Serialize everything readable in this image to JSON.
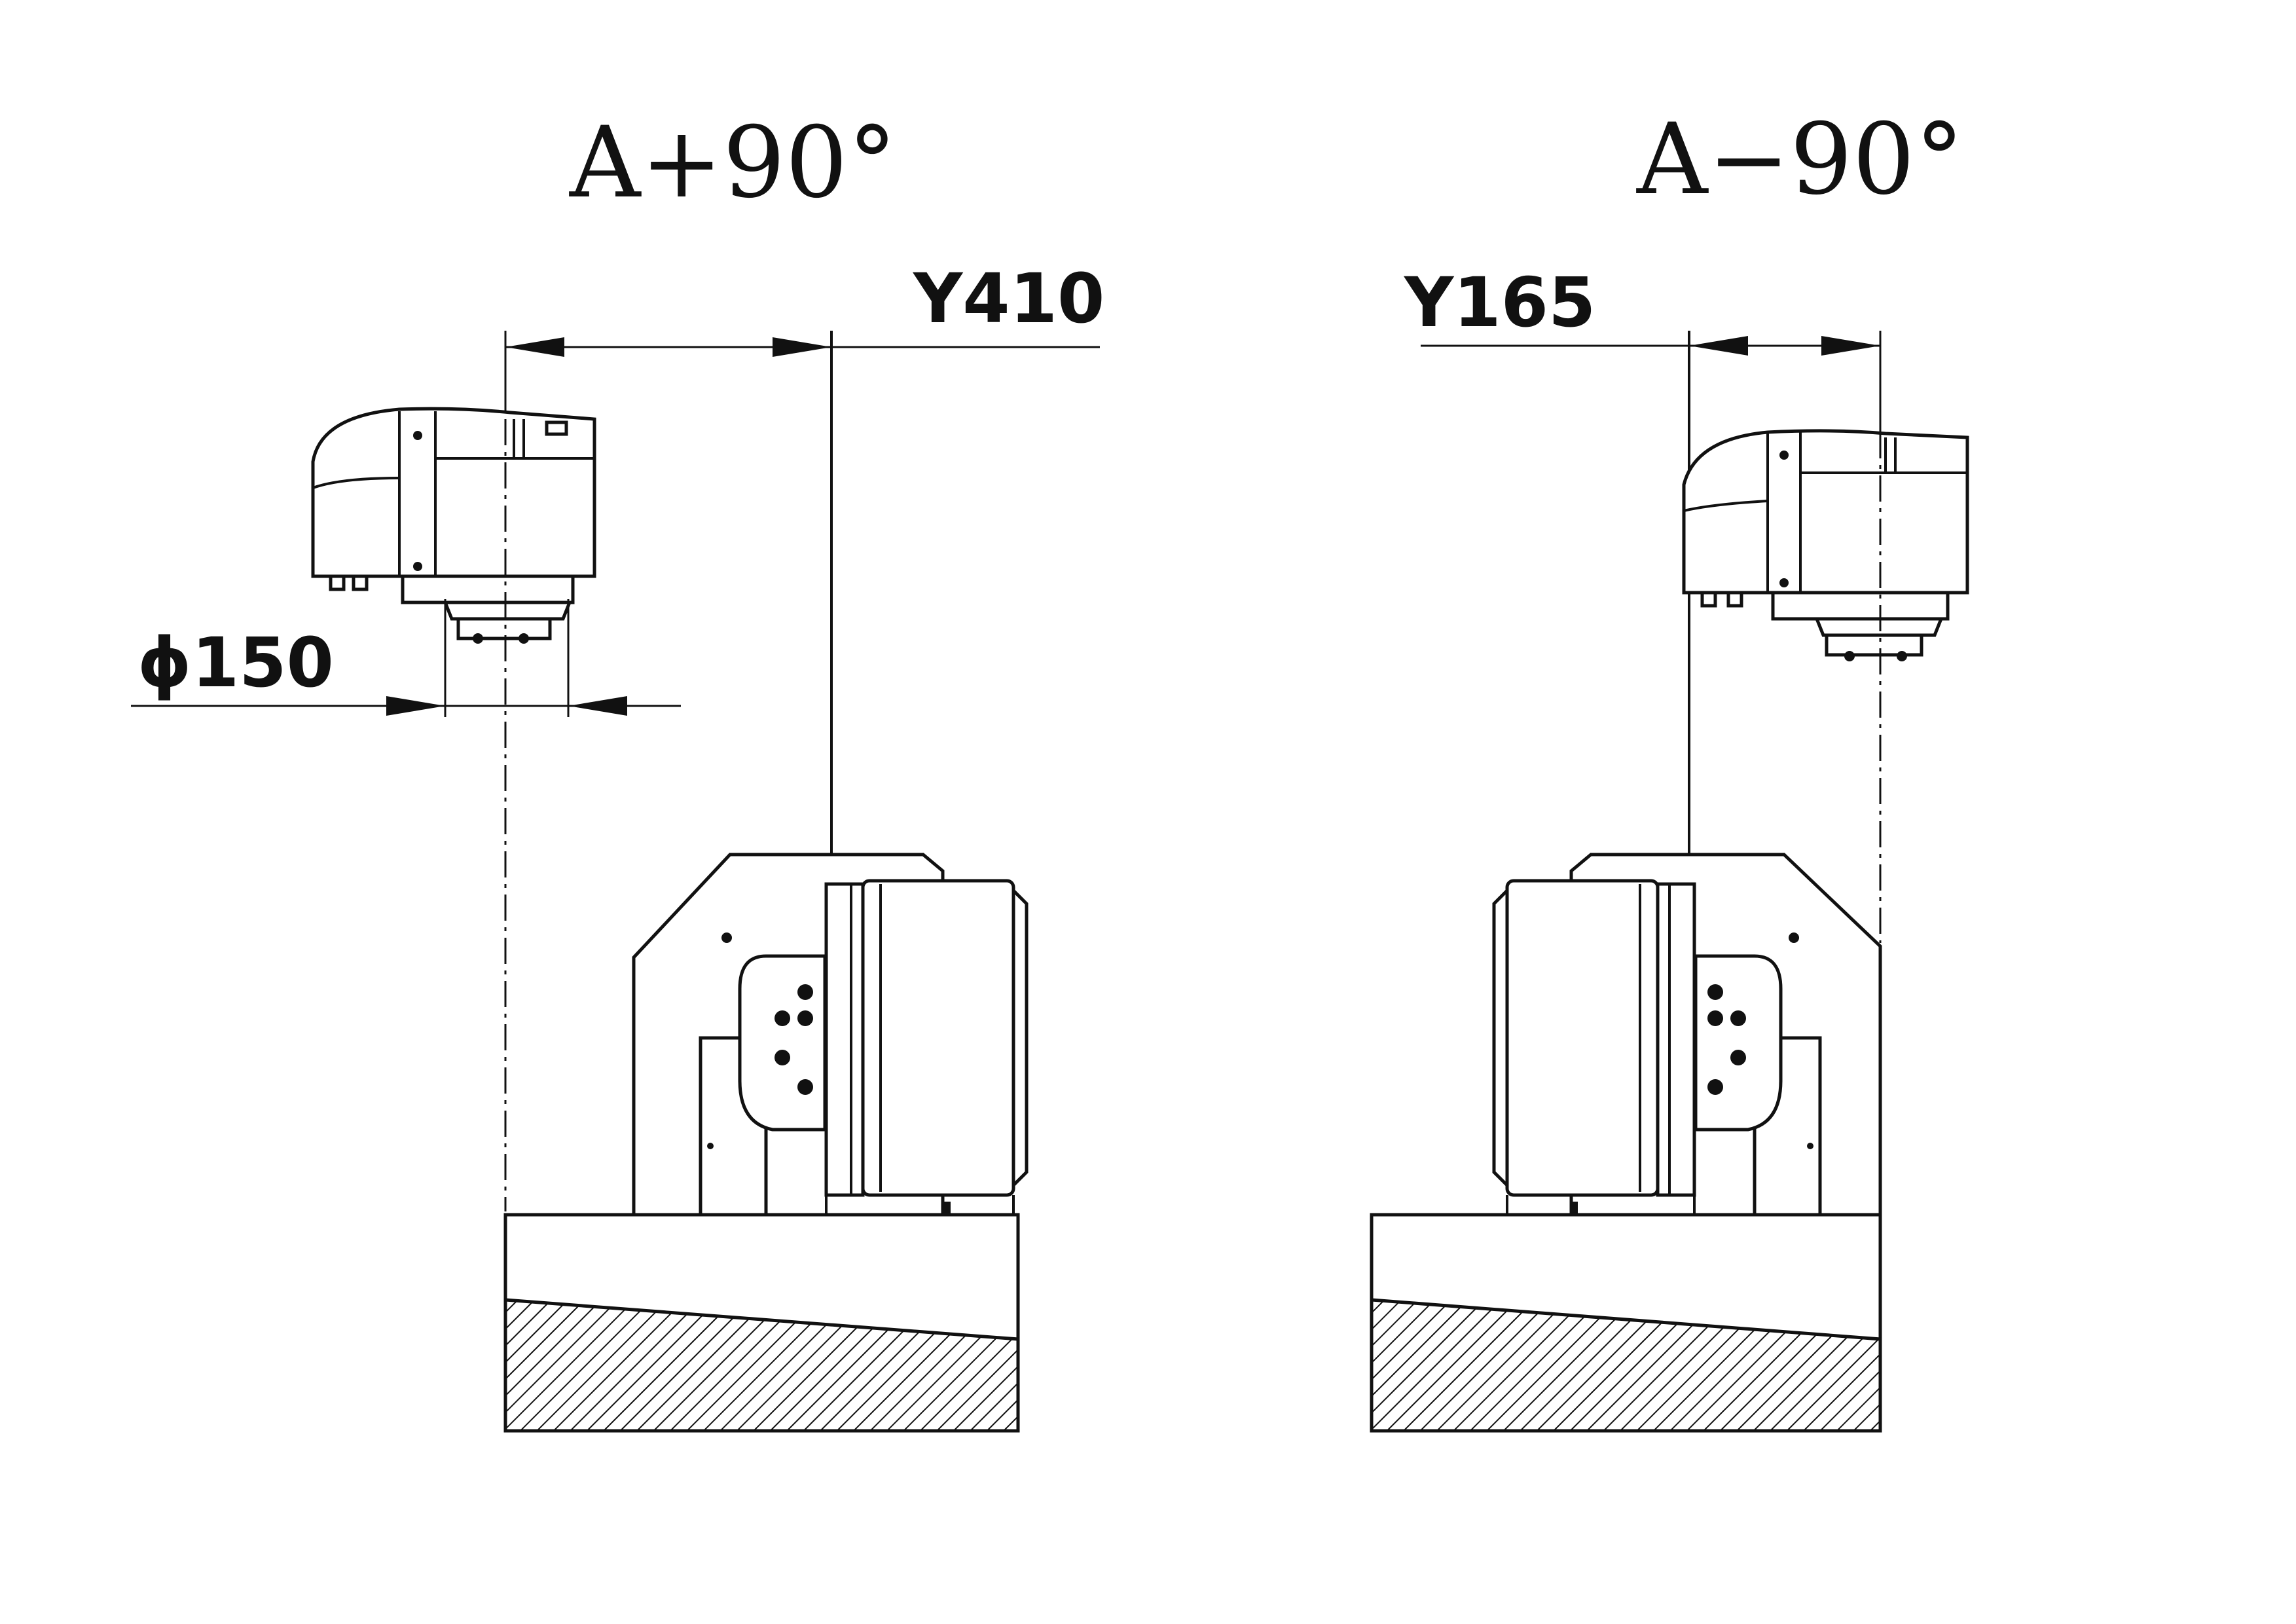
{
  "left_view": {
    "title": "A+90°",
    "dim_y": "Y410",
    "dim_diameter": "ϕ150"
  },
  "right_view": {
    "title": "A−90°",
    "dim_y": "Y165"
  }
}
